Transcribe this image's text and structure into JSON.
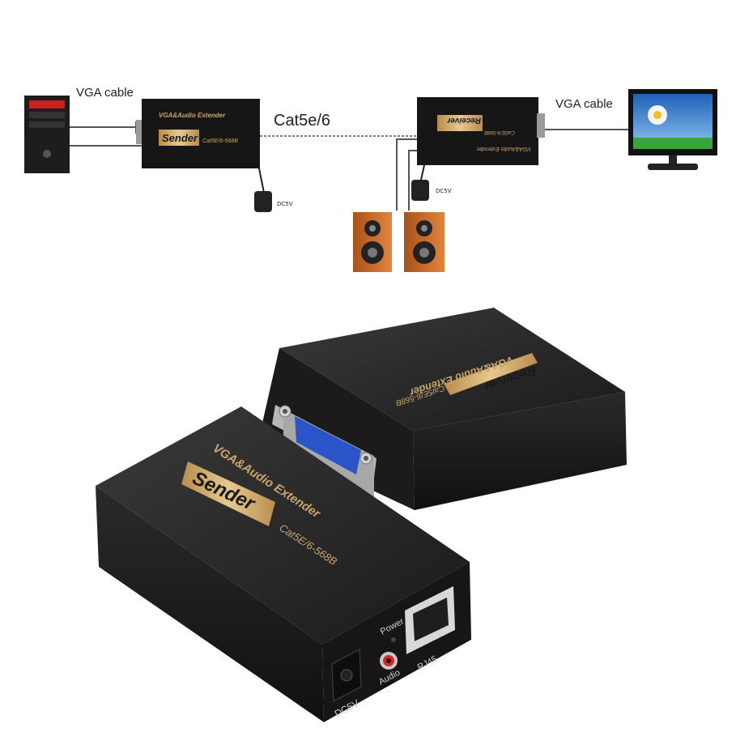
{
  "diagram": {
    "vga_cable_left": "VGA cable",
    "vga_cable_right": "VGA cable",
    "link_cable": "Cat5e/6",
    "dc_left": "DC5V",
    "dc_right": "DC5V",
    "sender_title": "VGA&Audio  Extender",
    "sender_name": "Sender",
    "sender_model": "Cat5E/6-568B",
    "receiver_title": "VGA&Audio  Extender",
    "receiver_name": "Receiver",
    "receiver_model": "Cat5E/6-568B"
  },
  "product": {
    "sender_title": "VGA&Audio  Extender",
    "sender_name": "Sender",
    "sender_model": "Cat5E/6-568B",
    "receiver_title": "VGA&Audio  Extender",
    "receiver_name": "Receiver",
    "receiver_model": "Cat5E/6-568B",
    "port_power": "Power",
    "port_rj45": "RJ45",
    "port_audio": "Audio",
    "port_dc": "DC5V"
  },
  "colors": {
    "housing": "#1c1c1c",
    "gold": "#c9a46a",
    "vga_blue": "#2a55c8"
  }
}
